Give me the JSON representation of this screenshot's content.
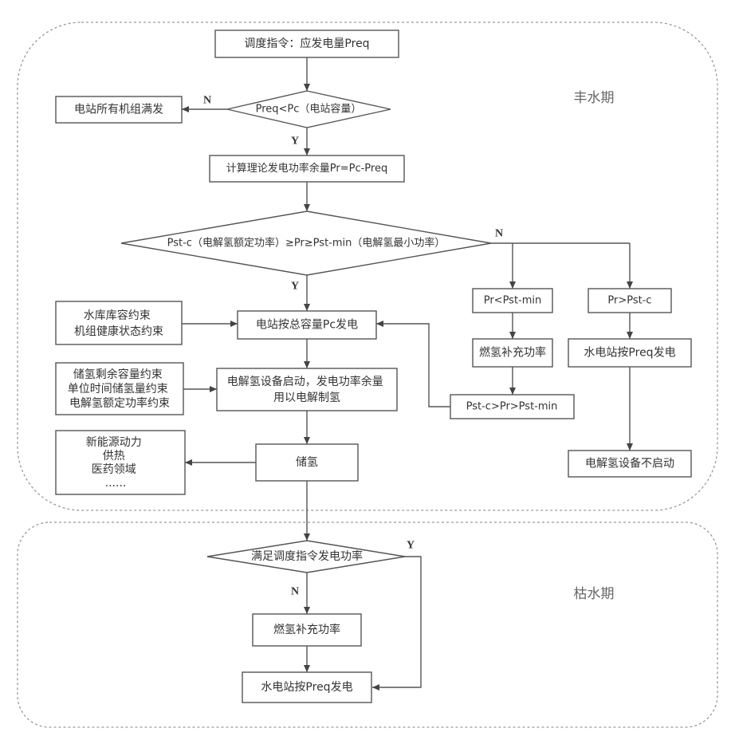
{
  "regions": {
    "wet_season": "丰水期",
    "dry_season": "枯水期"
  },
  "nodes": {
    "dispatch": "调度指令：应发电量Preq",
    "decision_capacity": "Preq<Pc（电站容量）",
    "all_units_full": "电站所有机组满发",
    "calc_margin": "计算理论发电功率余量Pr=Pc-Preq",
    "decision_range": "Pst-c（电解氢额定功率）≥Pr≥Pst-min（电解氢最小功率）",
    "reservoir_constraints": [
      "水库库容约束",
      "机组健康状态约束"
    ],
    "generate_full": "电站按总容量Pc发电",
    "storage_constraints": [
      "储氢剩余容量约束",
      "单位时间储氢量约束",
      "电解氢额定功率约束"
    ],
    "electrolysis_start": [
      "电解氢设备启动，发电功率余量",
      "用以电解制氢"
    ],
    "feedback_range": "Pst-c>Pr>Pst-min",
    "applications": [
      "新能源动力",
      "供热",
      "医药领域",
      "......"
    ],
    "storage": "储氢",
    "below_min": "Pr<Pst-min",
    "above_rated": "Pr>Pst-c",
    "hydrogen_supplement_wet": "燃氢补充功率",
    "generate_preq_wet": "水电站按Preq发电",
    "electrolysis_off": "电解氢设备不启动",
    "decision_meet": "满足调度指令发电功率",
    "hydrogen_supplement_dry": "燃氢补充功率",
    "generate_preq_dry": "水电站按Preq发电"
  },
  "edge_labels": {
    "capacity_no": "N",
    "capacity_yes": "Y",
    "range_no": "N",
    "range_yes": "Y",
    "meet_yes": "Y",
    "meet_no": "N"
  },
  "colors": {
    "line": "#555555",
    "text": "#333333",
    "region_border": "#9a9a9a",
    "box_fill": "#ffffff"
  }
}
